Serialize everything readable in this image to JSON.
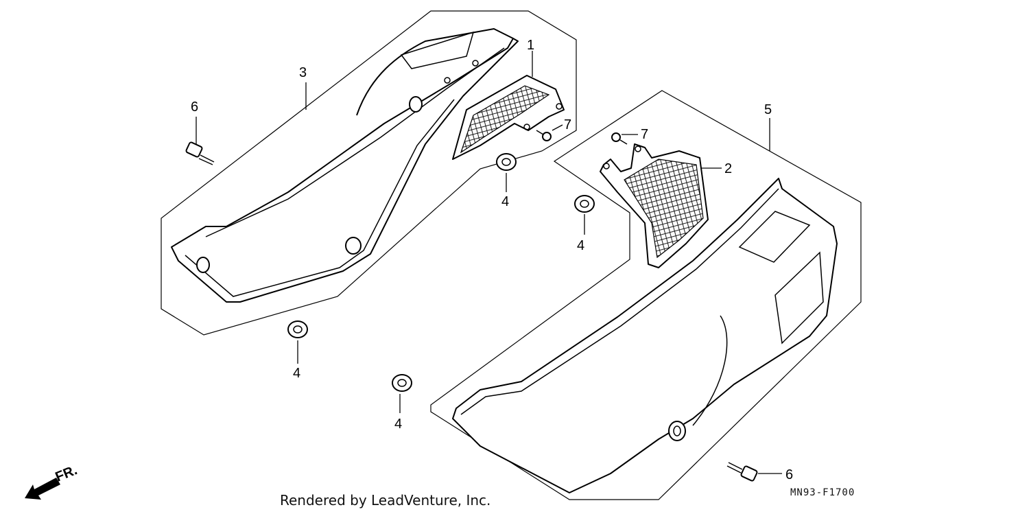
{
  "callouts": {
    "c1": "1",
    "c2": "2",
    "c3": "3",
    "c4a": "4",
    "c4b": "4",
    "c4c": "4",
    "c4d": "4",
    "c5": "5",
    "c6a": "6",
    "c6b": "6",
    "c7a": "7",
    "c7b": "7"
  },
  "front_indicator": "FR.",
  "footer": {
    "credit": "Rendered by LeadVenture, Inc.",
    "code": "MN93-F1700"
  }
}
